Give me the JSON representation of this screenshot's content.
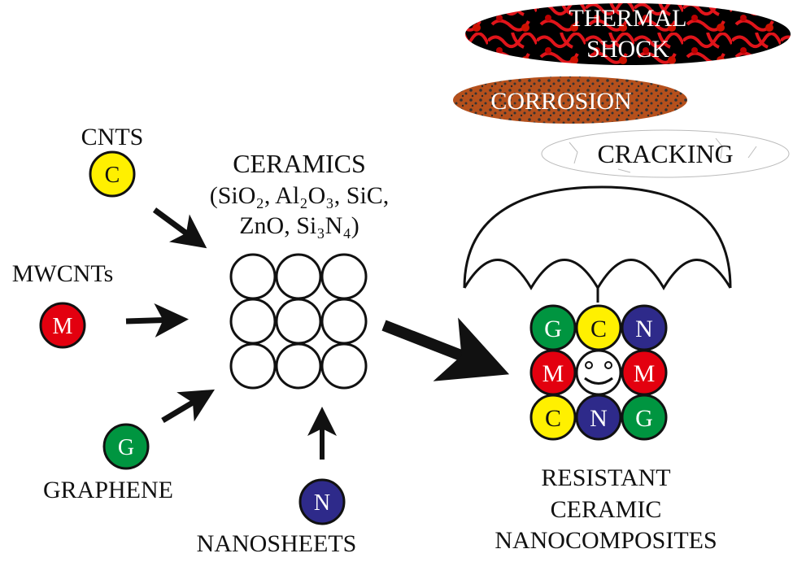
{
  "threats": [
    {
      "id": "thermal",
      "lines": [
        "THERMAL",
        "SHOCK"
      ],
      "color": "#d41016"
    },
    {
      "id": "corrosion",
      "lines": [
        "CORROSION"
      ],
      "color": "#b5501c"
    },
    {
      "id": "cracking",
      "lines": [
        "CRACKING"
      ],
      "color": "#cccccc"
    }
  ],
  "fillers": [
    {
      "letter": "C",
      "label": "CNTS",
      "color": "#fff000",
      "text_color": "#111111"
    },
    {
      "letter": "M",
      "label": "MWCNTs",
      "color": "#e3000f",
      "text_color": "#ffffff"
    },
    {
      "letter": "G",
      "label": "GRAPHENE",
      "color": "#009540",
      "text_color": "#ffffff"
    },
    {
      "letter": "N",
      "label": "NANOSHEETS",
      "color": "#2e2a8a",
      "text_color": "#ffffff"
    }
  ],
  "ceramics": {
    "title": "CERAMICS",
    "line2": "(SiO₂, Al₂O₃, SiC,",
    "line3": "ZnO, Si₃N₄)"
  },
  "composite": {
    "grid": [
      [
        "G",
        "C",
        "N"
      ],
      [
        "M",
        "smiley",
        "M"
      ],
      [
        "C",
        "N",
        "G"
      ]
    ],
    "label": [
      "RESISTANT",
      "CERAMIC",
      "NANOCOMPOSITES"
    ]
  }
}
